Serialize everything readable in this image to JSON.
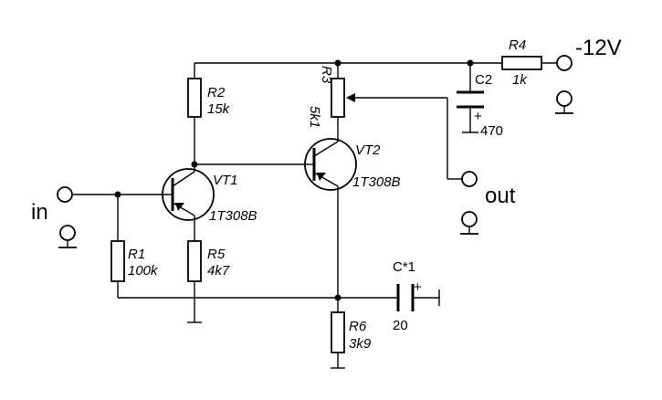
{
  "labels": {
    "supply": "-12V",
    "input": "in",
    "output": "out"
  },
  "components": {
    "R1": {
      "ref": "R1",
      "value": "100k"
    },
    "R2": {
      "ref": "R2",
      "value": "15k"
    },
    "R3": {
      "ref": "R3",
      "value": "5k1"
    },
    "R4": {
      "ref": "R4",
      "value": "1k"
    },
    "R5": {
      "ref": "R5",
      "value": "4k7"
    },
    "R6": {
      "ref": "R6",
      "value": "3k9"
    },
    "C1": {
      "ref": "C*1",
      "value": "20",
      "polarity": "+"
    },
    "C2": {
      "ref": "C2",
      "value": "470",
      "polarity": "+"
    },
    "VT1": {
      "ref": "VT1",
      "value": "1T308B"
    },
    "VT2": {
      "ref": "VT2",
      "value": "1T308B"
    }
  }
}
